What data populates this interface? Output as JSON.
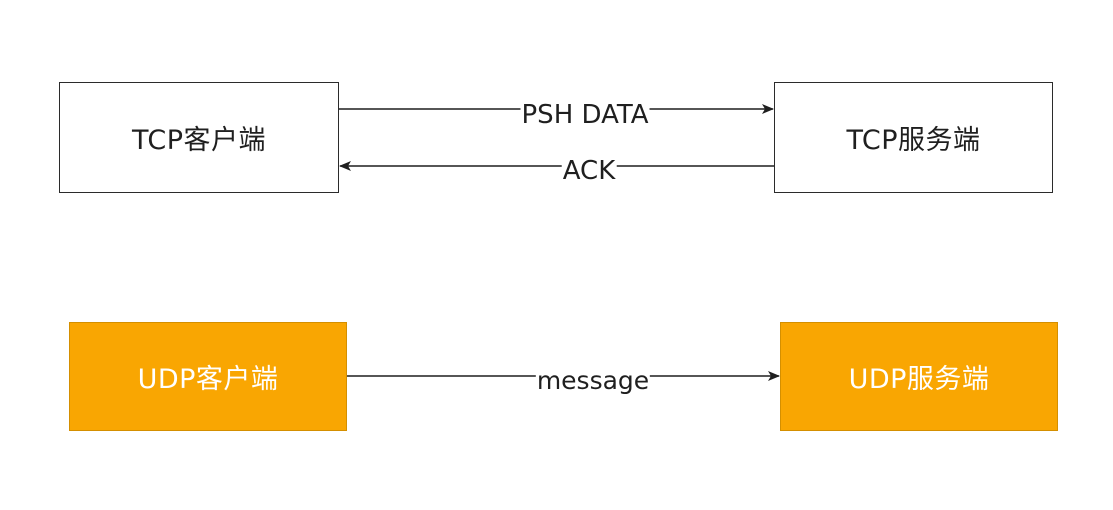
{
  "diagram": {
    "tcp": {
      "client_label": "TCP客户端",
      "server_label": "TCP服务端",
      "edges": [
        {
          "from": "TCP客户端",
          "to": "TCP服务端",
          "label": "PSH DATA"
        },
        {
          "from": "TCP服务端",
          "to": "TCP客户端",
          "label": "ACK"
        }
      ]
    },
    "udp": {
      "client_label": "UDP客户端",
      "server_label": "UDP服务端",
      "edges": [
        {
          "from": "UDP客户端",
          "to": "UDP服务端",
          "label": "message"
        }
      ]
    }
  },
  "colors": {
    "udp_fill": "#f9a602",
    "tcp_fill": "#ffffff",
    "stroke": "#1f1f1f"
  }
}
